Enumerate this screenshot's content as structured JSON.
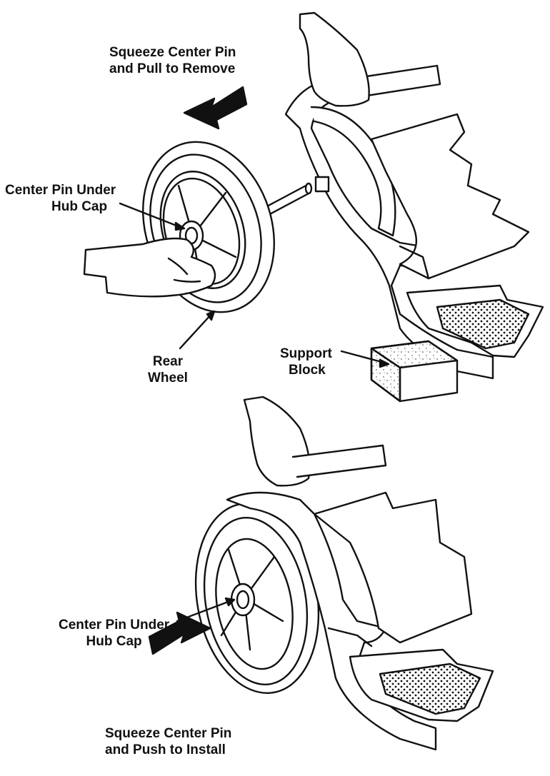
{
  "labels": {
    "remove_instruction": {
      "line1": "Squeeze Center Pin",
      "line2": "and Pull to Remove"
    },
    "center_pin_top": {
      "line1": "Center Pin Under",
      "line2": "Hub Cap"
    },
    "rear_wheel": {
      "line1": "Rear",
      "line2": "Wheel"
    },
    "support_block": {
      "line1": "Support",
      "line2": "Block"
    },
    "center_pin_bottom": {
      "line1": "Center Pin Under",
      "line2": "Hub Cap"
    },
    "install_instruction": {
      "line1": "Squeeze Center Pin",
      "line2": "and Push to Install"
    }
  },
  "colors": {
    "ink": "#111111",
    "paper": "#ffffff",
    "block_fill": "#f4f4f4"
  }
}
